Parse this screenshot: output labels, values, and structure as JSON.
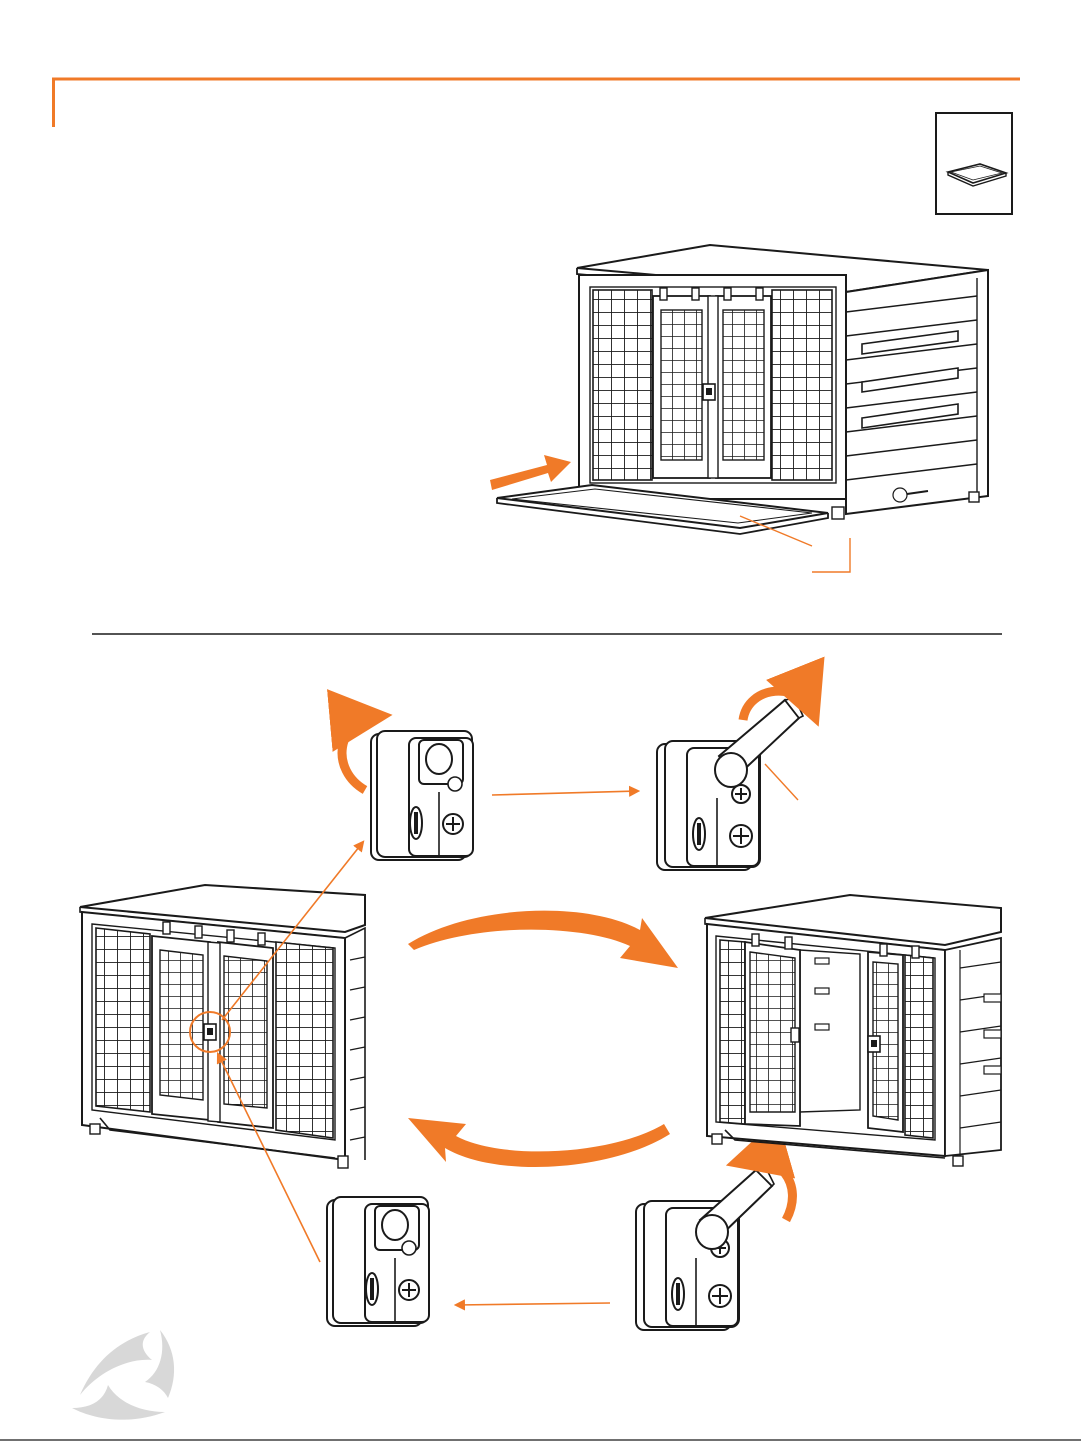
{
  "colors": {
    "accent": "#F07A28",
    "line": "#1a1a1a",
    "logo_gray": "#d8d8d8"
  },
  "header": {
    "step_box_icon": "tray-part-icon"
  },
  "step_upper": {
    "illustration": "crate-with-tray-sliding-in",
    "arrow_icon": "insert-arrow-icon"
  },
  "step_lower": {
    "latch_states": [
      "latch-closed-icon",
      "latch-open-icon",
      "latch-closed-icon",
      "latch-open-icon"
    ],
    "crates": [
      "crate-doors-closed",
      "crate-doors-open"
    ],
    "cycle_arrows": [
      "open-arrow-icon",
      "close-arrow-icon"
    ]
  },
  "footer": {
    "logo_icon": "brand-swirl-logo-icon"
  }
}
